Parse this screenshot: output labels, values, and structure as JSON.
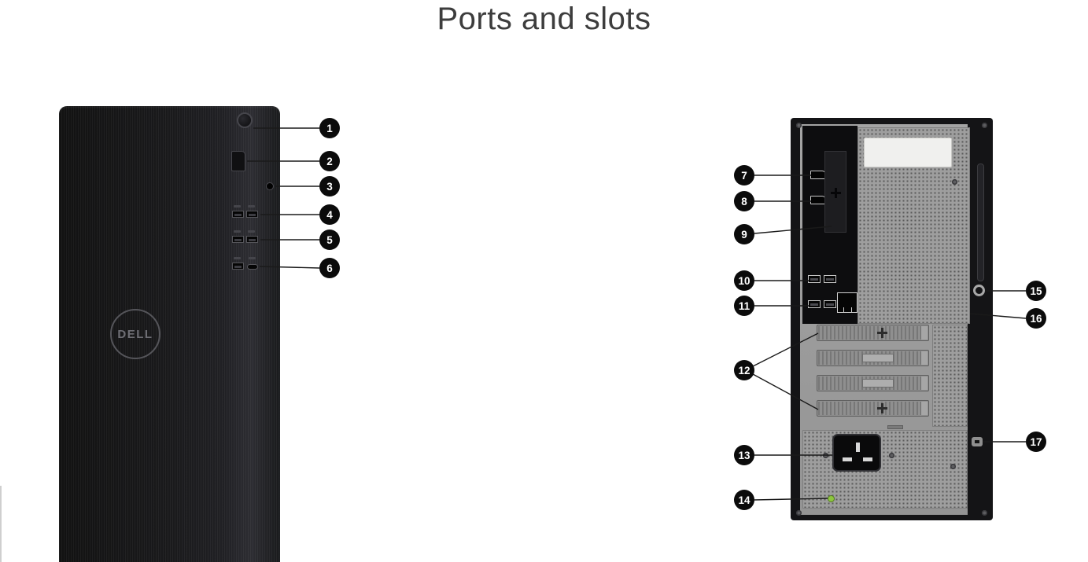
{
  "title": "Ports and slots",
  "front_view": {
    "logo_text": "DELL"
  },
  "callouts": {
    "c1": "1",
    "c2": "2",
    "c3": "3",
    "c4": "4",
    "c5": "5",
    "c6": "6",
    "c7": "7",
    "c8": "8",
    "c9": "9",
    "c10": "10",
    "c11": "11",
    "c12": "12",
    "c13": "13",
    "c14": "14",
    "c15": "15",
    "c16": "16",
    "c17": "17"
  },
  "colors": {
    "title_text": "#3d3d3d",
    "badge_bg": "#0b0b0b",
    "badge_text": "#ffffff",
    "tower_front": "#1a1a1c",
    "back_panel": "#9b9b9b",
    "psu_led_green": "#8dc63f"
  }
}
